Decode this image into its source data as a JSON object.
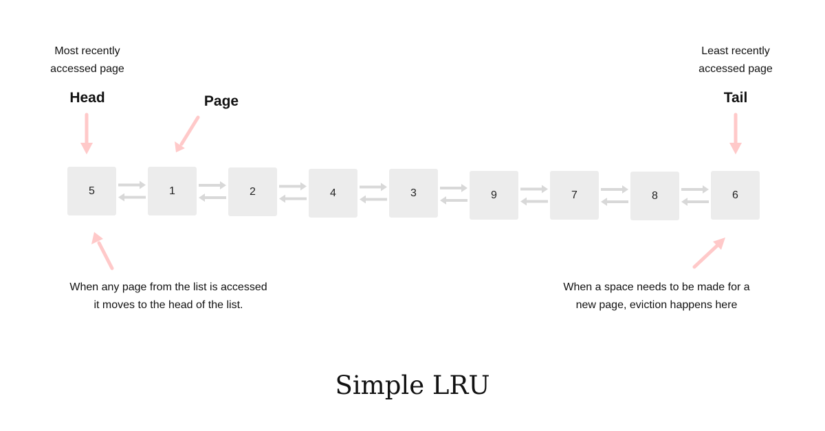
{
  "title": "Simple LRU",
  "colors": {
    "pointer_arrow": "#ffc9c9",
    "link_arrow": "#d8d8d8",
    "node_fill": "#ececec",
    "text": "#111111"
  },
  "head": {
    "note_line1": "Most recently",
    "note_line2": "accessed page",
    "label": "Head"
  },
  "page_label": "Page",
  "tail": {
    "note_line1": "Least recently",
    "note_line2": "accessed page",
    "label": "Tail"
  },
  "access_note": {
    "line1": "When any page from the list is accessed",
    "line2": "it moves to the head of the list."
  },
  "eviction_note": {
    "line1": "When a space needs to be made for a",
    "line2": "new page, eviction happens here"
  },
  "nodes": [
    "5",
    "1",
    "2",
    "4",
    "3",
    "9",
    "7",
    "8",
    "6"
  ]
}
